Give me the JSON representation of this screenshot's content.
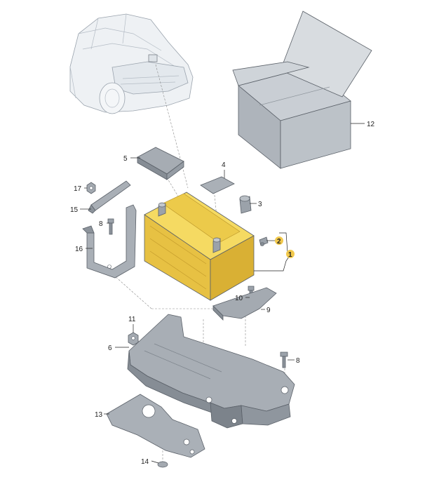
{
  "labels": {
    "p1": "1",
    "p2": "2",
    "p3": "3",
    "p4": "4",
    "p5": "5",
    "p6": "6",
    "p8a": "8",
    "p8b": "8",
    "p9": "9",
    "p10": "10",
    "p11": "11",
    "p12": "12",
    "p13": "13",
    "p14": "14",
    "p15": "15",
    "p16": "16",
    "p17": "17"
  },
  "colors": {
    "battery": "#f2d24e",
    "battery_shade": "#e0b83a",
    "battery_dark": "#c99e2a",
    "parts_gray": "#a8aeb5",
    "parts_dark": "#868d95",
    "box_gray": "#b8bec5",
    "highlight_dot": "#f2c94c"
  }
}
